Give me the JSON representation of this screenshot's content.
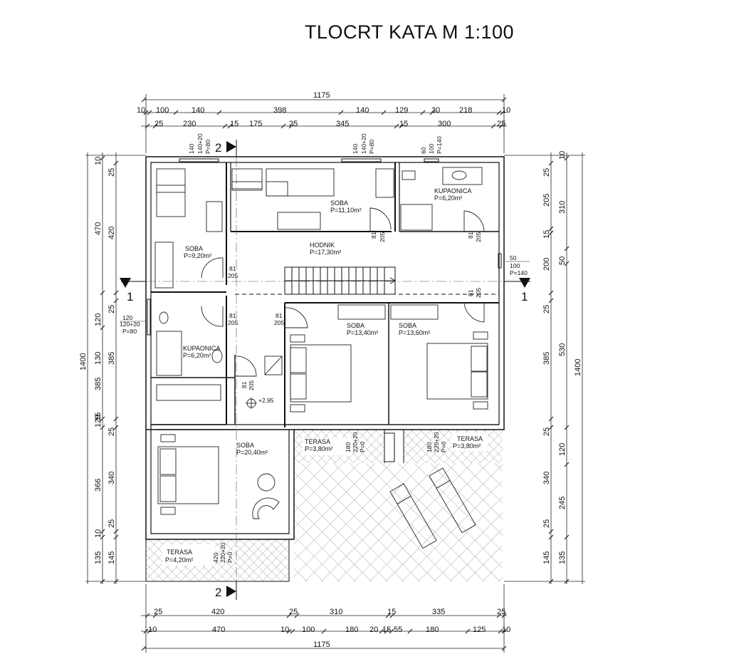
{
  "title": "TLOCRT KATA     M 1:100",
  "dims": {
    "top_total": "1175",
    "top_row1": [
      "10",
      "100",
      "140",
      "398",
      "140",
      "129",
      "30",
      "218",
      "10"
    ],
    "top_row2": [
      "25",
      "230",
      "15",
      "175",
      "25",
      "345",
      "15",
      "300",
      "25"
    ],
    "bottom_row1": [
      "25",
      "420",
      "25",
      "310",
      "15",
      "335",
      "25"
    ],
    "bottom_row2": [
      "10",
      "470",
      "10",
      "100",
      "180",
      "20",
      "15",
      "55",
      "180",
      "125",
      "10"
    ],
    "bottom_total": "1175",
    "left_total": "1400",
    "left_outer": [
      "10",
      "470",
      "120",
      "385",
      "15",
      "129",
      "366",
      "10",
      "135"
    ],
    "left_inner": [
      "25",
      "420",
      "25",
      "130",
      "385",
      "25",
      "340",
      "25",
      "145"
    ],
    "right_inner": [
      "25",
      "205",
      "15",
      "200",
      "25",
      "385",
      "25",
      "340",
      "25",
      "145"
    ],
    "right_mid": [
      "10",
      "310",
      "50",
      "530",
      "120",
      "245",
      "135"
    ],
    "right_total": "1400"
  },
  "rooms": [
    {
      "name": "SOBA",
      "area": "P=9,20m²"
    },
    {
      "name": "SOBA",
      "area": "P=11,10m²"
    },
    {
      "name": "KUPAONICA",
      "area": "P=6,20m²"
    },
    {
      "name": "HODNIK",
      "area": "P=17,30m²"
    },
    {
      "name": "KUPAONICA",
      "area": "P=6,20m²"
    },
    {
      "name": "SOBA",
      "area": "P=13,40m²"
    },
    {
      "name": "SOBA",
      "area": "P=13,60m²"
    },
    {
      "name": "SOBA",
      "area": "P=20,40m²"
    },
    {
      "name": "TERASA",
      "area": "P=3,80m²"
    },
    {
      "name": "TERASA",
      "area": "P=3,80m²"
    },
    {
      "name": "TERASA",
      "area": "P=4,20m²"
    }
  ],
  "openings": {
    "win_top_left": [
      "140",
      "140+20",
      "P=80"
    ],
    "win_top_mid": [
      "140",
      "140+20",
      "P=80"
    ],
    "win_top_right": [
      "60",
      "100",
      "P=140"
    ],
    "win_left": [
      "120",
      "120+20",
      "P=80"
    ],
    "win_right": [
      "50",
      "100",
      "P=140"
    ],
    "terasa_a": [
      "180",
      "220+20",
      "P=0"
    ],
    "terasa_b": [
      "180",
      "220+20",
      "P=0"
    ],
    "terasa_c": [
      "420",
      "220+20",
      "P=0"
    ],
    "door": [
      "81",
      "205"
    ]
  },
  "level": "+2,95",
  "sections": {
    "s1": "1",
    "s2": "2"
  }
}
